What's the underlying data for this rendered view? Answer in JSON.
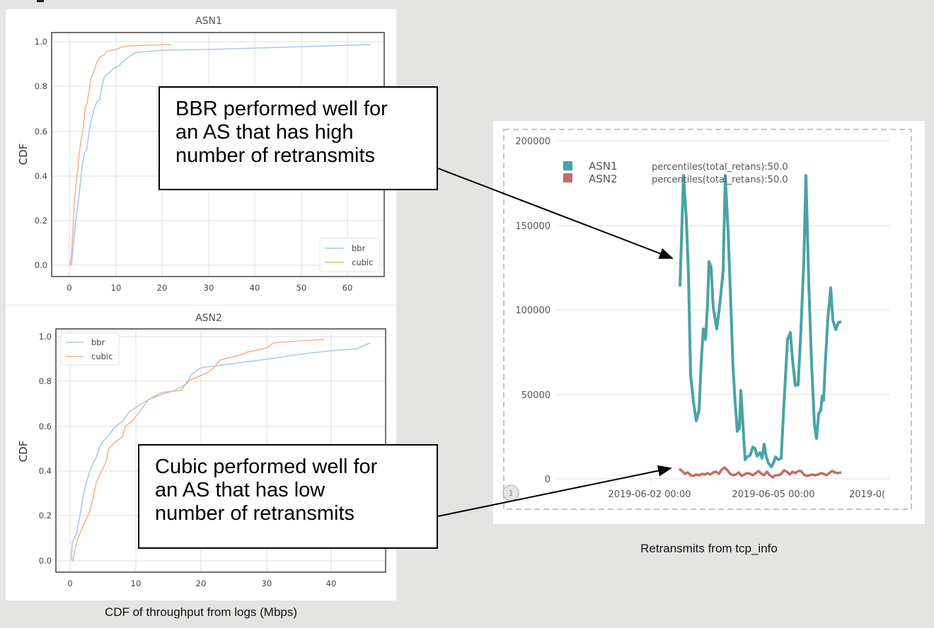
{
  "figure": {
    "left_caption": "CDF of throughput from logs (Mbps)",
    "right_caption": "Retransmits from tcp_info",
    "callouts": [
      {
        "lines": [
          "BBR performed well for",
          "an AS that has high",
          "number of retransmits"
        ]
      },
      {
        "lines": [
          "Cubic performed well for",
          "an AS that has low",
          "number of retransmits"
        ]
      }
    ],
    "panel_marker": "1"
  },
  "colors": {
    "bbr": "#a8c8f0",
    "cubic": "#f5b48c",
    "asn1": "#4aa3a3",
    "asn2": "#c46c66",
    "grid": "#dddddd",
    "background": "#e4e4e2"
  },
  "chart_data": [
    {
      "type": "line",
      "title": "ASN1",
      "xlabel": "",
      "ylabel": "CDF",
      "xlim": [
        -3,
        68
      ],
      "ylim": [
        -0.05,
        1.04
      ],
      "xticks": [
        0,
        10,
        20,
        30,
        40,
        50,
        60
      ],
      "yticks": [
        "0.0",
        "0.2",
        "0.4",
        "0.6",
        "0.8",
        "1.0"
      ],
      "grid": true,
      "legend_position": "lower right",
      "series": [
        {
          "name": "bbr",
          "x": [
            0.5,
            0.9,
            1.3,
            1.8,
            2.3,
            2.8,
            3.2,
            3.8,
            4.2,
            4.8,
            5.3,
            5.9,
            6.5,
            7.0,
            7.5,
            8.0,
            8.5,
            9.5,
            10.5,
            12.0,
            13.5,
            14.0,
            15.0,
            20,
            30,
            40,
            50,
            60,
            65
          ],
          "y": [
            0.0,
            0.1,
            0.2,
            0.27,
            0.35,
            0.44,
            0.5,
            0.52,
            0.6,
            0.65,
            0.7,
            0.73,
            0.74,
            0.8,
            0.84,
            0.85,
            0.86,
            0.88,
            0.89,
            0.92,
            0.94,
            0.95,
            0.955,
            0.962,
            0.968,
            0.974,
            0.98,
            0.985,
            0.988
          ]
        },
        {
          "name": "cubic",
          "x": [
            0.2,
            0.5,
            0.8,
            1.1,
            1.4,
            1.8,
            2.2,
            2.6,
            3.0,
            3.4,
            3.8,
            4.2,
            4.7,
            5.2,
            5.8,
            6.5,
            7.0,
            7.5,
            8.0,
            9.0,
            10.0,
            11.5,
            13.0,
            16,
            22
          ],
          "y": [
            0.0,
            0.05,
            0.15,
            0.28,
            0.35,
            0.43,
            0.5,
            0.57,
            0.62,
            0.7,
            0.72,
            0.78,
            0.84,
            0.86,
            0.9,
            0.93,
            0.935,
            0.94,
            0.955,
            0.96,
            0.965,
            0.975,
            0.98,
            0.985,
            0.988
          ]
        }
      ]
    },
    {
      "type": "line",
      "title": "ASN2",
      "xlabel": "CDF of throughput from logs (Mbps)",
      "ylabel": "CDF",
      "xlim": [
        -2,
        48
      ],
      "ylim": [
        -0.05,
        1.04
      ],
      "xticks": [
        0,
        10,
        20,
        30,
        40
      ],
      "yticks": [
        "0.0",
        "0.2",
        "0.4",
        "0.6",
        "0.8",
        "1.0"
      ],
      "grid": true,
      "legend_position": "upper left",
      "series": [
        {
          "name": "bbr",
          "x": [
            0.2,
            0.3,
            1.0,
            1.5,
            2.0,
            2.5,
            3.0,
            3.5,
            4.0,
            4.5,
            5.0,
            6.0,
            7.0,
            8.0,
            9.0,
            10.0,
            11.0,
            12.0,
            14.0,
            16.0,
            18.0,
            18.5,
            20.0,
            25.0,
            30.0,
            35.0,
            40.0,
            44.0,
            46.0
          ],
          "y": [
            0.0,
            0.08,
            0.12,
            0.2,
            0.28,
            0.35,
            0.4,
            0.43,
            0.46,
            0.5,
            0.53,
            0.56,
            0.6,
            0.62,
            0.66,
            0.68,
            0.7,
            0.72,
            0.74,
            0.76,
            0.79,
            0.83,
            0.86,
            0.88,
            0.9,
            0.92,
            0.935,
            0.945,
            0.97
          ]
        },
        {
          "name": "cubic",
          "x": [
            0.5,
            0.8,
            1.2,
            2.0,
            3.0,
            3.5,
            4.0,
            4.5,
            5.5,
            6.0,
            7.0,
            8.0,
            8.5,
            9.5,
            10.5,
            12.0,
            14.0,
            17.0,
            18.0,
            19.0,
            21.0,
            22.0,
            23.0,
            26.0,
            27.0,
            30.0,
            31.0,
            35.0,
            39.0
          ],
          "y": [
            0.0,
            0.05,
            0.1,
            0.15,
            0.22,
            0.27,
            0.35,
            0.38,
            0.44,
            0.5,
            0.53,
            0.55,
            0.6,
            0.62,
            0.66,
            0.72,
            0.75,
            0.76,
            0.8,
            0.81,
            0.84,
            0.86,
            0.9,
            0.92,
            0.93,
            0.95,
            0.97,
            0.98,
            0.985
          ]
        }
      ]
    },
    {
      "type": "line",
      "title": "",
      "xlabel": "Retransmits from tcp_info",
      "ylabel": "",
      "yticks": [
        "0",
        "50000",
        "100000",
        "150000",
        "200000"
      ],
      "xticks": [
        "2019-06-02 00:00",
        "2019-06-05 00:00",
        "2019-0("
      ],
      "ylim": [
        0,
        200000
      ],
      "grid": true,
      "legend_position": "upper left",
      "legend": [
        {
          "name": "ASN1",
          "metric": "percentiles(total_retans):50.0"
        },
        {
          "name": "ASN2",
          "metric": "percentiles(total_retans):50.0"
        }
      ],
      "series": [
        {
          "name": "ASN1",
          "x_days_from_2019-06-02": [
            0.72,
            0.78,
            0.85,
            0.92,
            0.98,
            1.05,
            1.12,
            1.18,
            1.22,
            1.28,
            1.35,
            1.42,
            1.48,
            1.55,
            1.62,
            1.68,
            1.72,
            1.78,
            1.85,
            1.9,
            1.96,
            2.02,
            2.08,
            2.15,
            2.2,
            2.28,
            2.35,
            2.42,
            2.5,
            2.58,
            2.65,
            2.72,
            2.8,
            2.86,
            2.92,
            3.0,
            3.06,
            3.12,
            3.2,
            3.26,
            3.32,
            3.38,
            3.45,
            3.52,
            3.58,
            3.65,
            3.72,
            3.78,
            3.85,
            3.92,
            3.98
          ],
          "y": [
            113000,
            180000,
            110000,
            45000,
            25000,
            55000,
            88000,
            75000,
            125000,
            130000,
            90000,
            125000,
            180000,
            95000,
            30000,
            25000,
            52000,
            12000,
            14000,
            18000,
            13000,
            17000,
            29000,
            10000,
            6000,
            11000,
            9000,
            105000,
            110000,
            80000,
            80000,
            120000,
            180000,
            90000,
            30000,
            22000,
            48000,
            57000,
            62000,
            113000,
            85000,
            82000,
            92000
          ]
        },
        {
          "name": "ASN2",
          "approx_range": [
            1000,
            8000
          ],
          "typical": 3000
        }
      ]
    }
  ]
}
